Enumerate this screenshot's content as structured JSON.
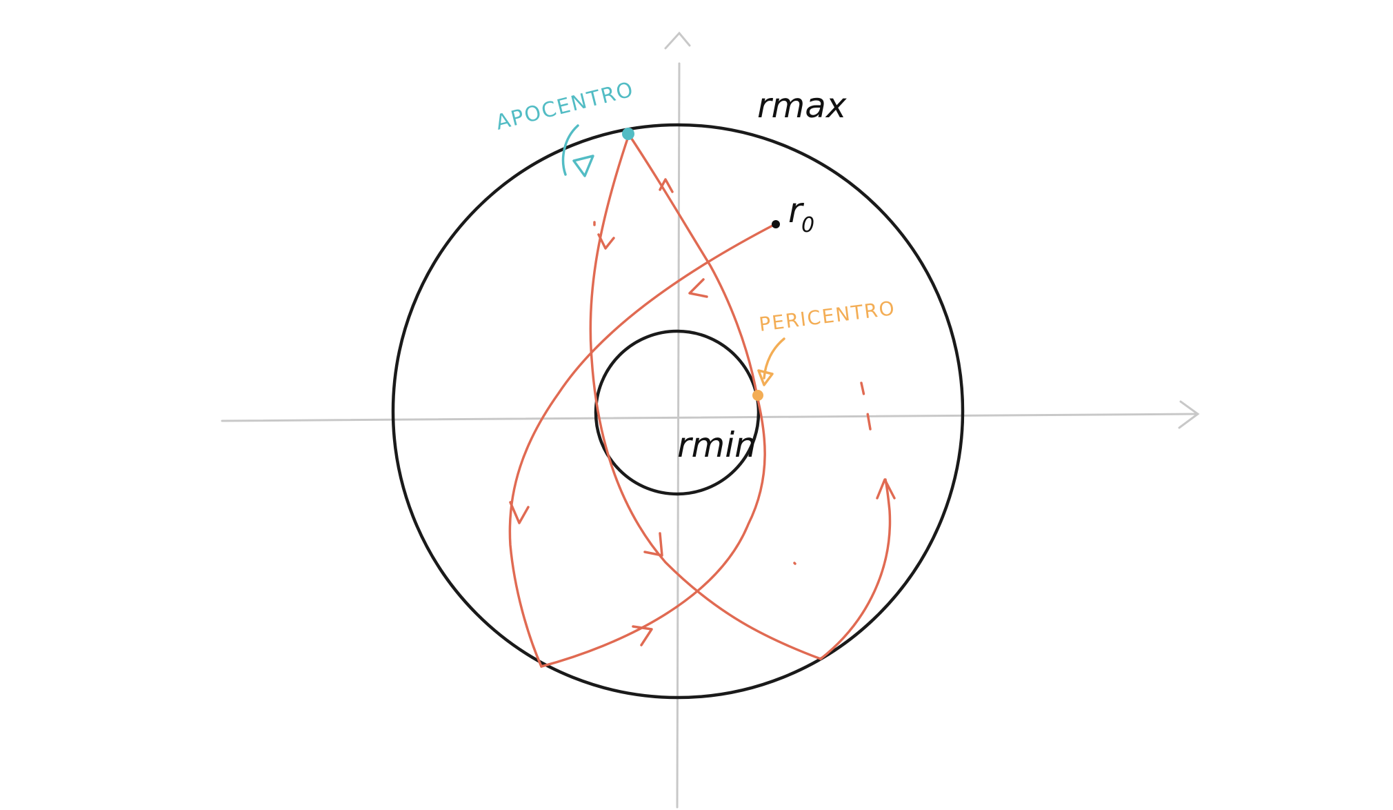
{
  "colors": {
    "axis": "#c8c8c8",
    "circle": "#1a1a1a",
    "orbit": "#e06a52",
    "apocentro": "#52bcc4",
    "pericentro": "#f3ad55",
    "label": "#111111"
  },
  "labels": {
    "r_max": "rmax",
    "r_min": "rmin",
    "r_zero": "r",
    "r_zero_sub": "0",
    "apocentro": "APOCENTRO",
    "pericentro": "PERICENTRO"
  }
}
